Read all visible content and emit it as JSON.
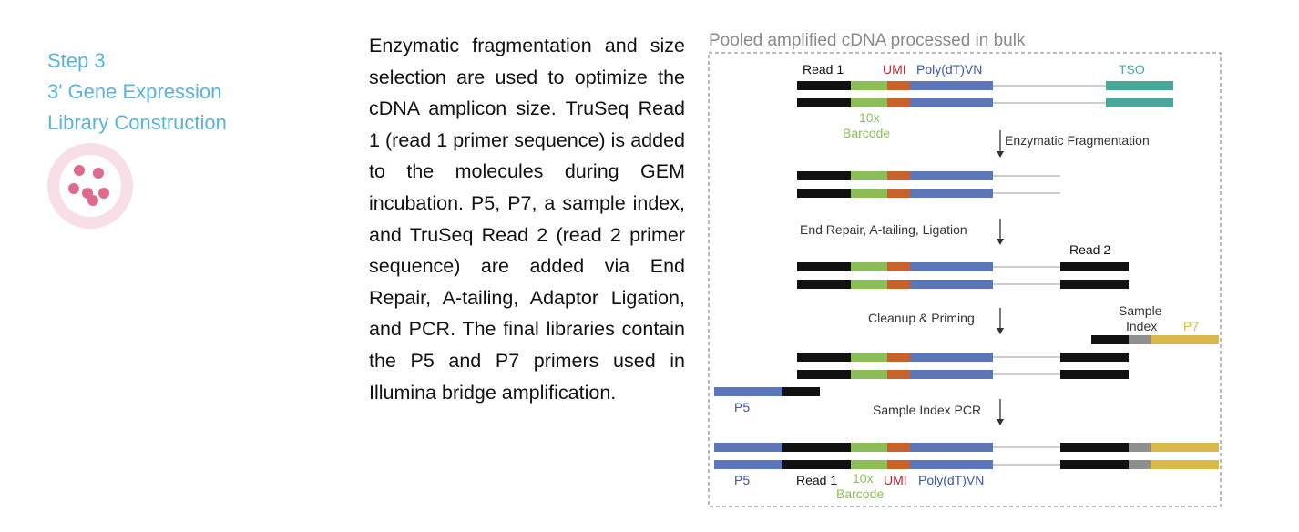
{
  "step": {
    "number": "Step 3",
    "title_line1": "3' Gene Expression",
    "title_line2": "Library Construction",
    "icon": "pink-dots-circle-icon"
  },
  "description": "Enzymatic fragmentation and size selection are used to optimize the cDNA amplicon size. TruSeq Read 1 (read 1 primer sequence) is added to the molecules during GEM incubation. P5, P7, a sample index, and TruSeq Read 2 (read 2 primer sequence) are added via End Repair, A-tailing, Adaptor Ligation, and PCR. The final libraries contain the P5 and P7 primers used in Illumina bridge amplification.",
  "figure": {
    "caption": "Pooled amplified cDNA processed in bulk",
    "labels": {
      "read1_top": "Read 1",
      "umi_top": "UMI",
      "polydt_top": "Poly(dT)VN",
      "tso": "TSO",
      "barcode_10x_top": "10x",
      "barcode_word_top": "Barcode",
      "read2": "Read 2",
      "sample": "Sample",
      "index": "Index",
      "p7": "P7",
      "p5_mid": "P5",
      "p5_bottom": "P5",
      "read1_bottom": "Read 1",
      "barcode_10x_bottom": "10x",
      "umi_bottom": "UMI",
      "polydt_bottom": "Poly(dT)VN",
      "barcode_word_bottom": "Barcode"
    },
    "steps": [
      "Enzymatic Fragmentation",
      "End Repair, A-tailing, Ligation",
      "Cleanup & Priming",
      "Sample Index PCR"
    ]
  },
  "colors": {
    "title_blue": "#58b4db",
    "read1_black": "#111111",
    "barcode_green": "#8cbd58",
    "umi_orange": "#c9612a",
    "polydt_blue": "#5b77b9",
    "tso_teal": "#4aa89a",
    "p5_blue": "#5b77b9",
    "index_gray": "#8f8f8f",
    "p7_yellow": "#d9b94a",
    "icon_ring": "#f8dfe7",
    "icon_dot": "#df6b8c"
  }
}
